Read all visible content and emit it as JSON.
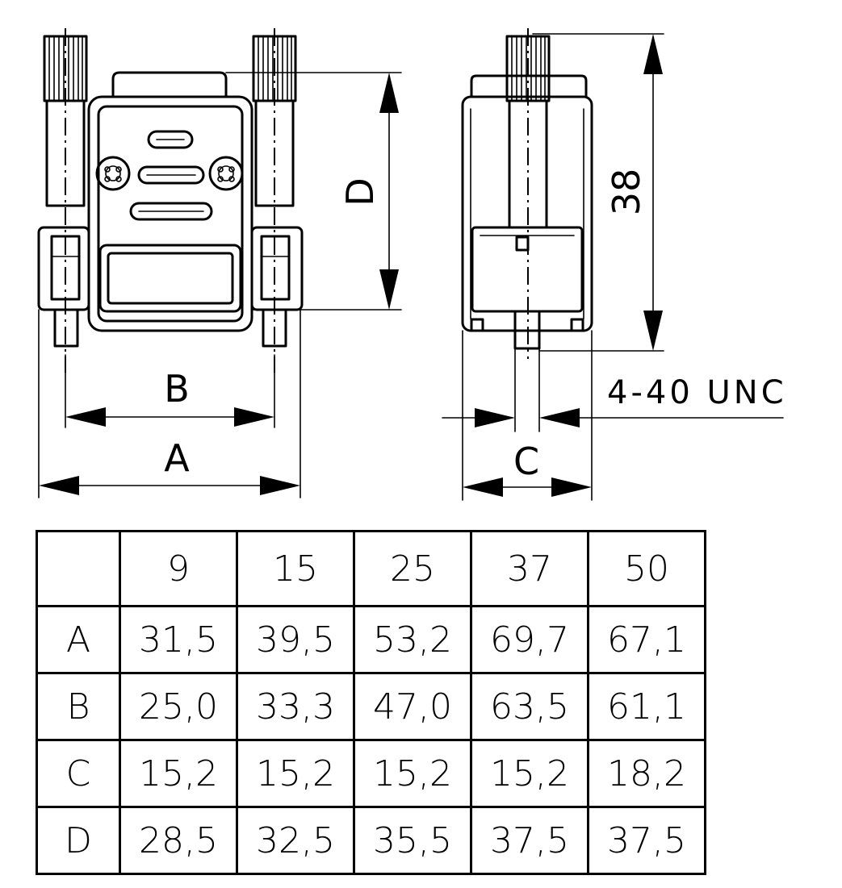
{
  "drawing": {
    "dim_A": "A",
    "dim_B": "B",
    "dim_C": "C",
    "dim_D": "D",
    "dim_height": "38",
    "thread": "4-40 UNC"
  },
  "table": {
    "columns": [
      "",
      "9",
      "15",
      "25",
      "37",
      "50"
    ],
    "rows": [
      {
        "label": "A",
        "values": [
          "31,5",
          "39,5",
          "53,2",
          "69,7",
          "67,1"
        ]
      },
      {
        "label": "B",
        "values": [
          "25,0",
          "33,3",
          "47,0",
          "63,5",
          "61,1"
        ]
      },
      {
        "label": "C",
        "values": [
          "15,2",
          "15,2",
          "15,2",
          "15,2",
          "18,2"
        ]
      },
      {
        "label": "D",
        "values": [
          "28,5",
          "32,5",
          "35,5",
          "37,5",
          "37,5"
        ]
      }
    ]
  }
}
